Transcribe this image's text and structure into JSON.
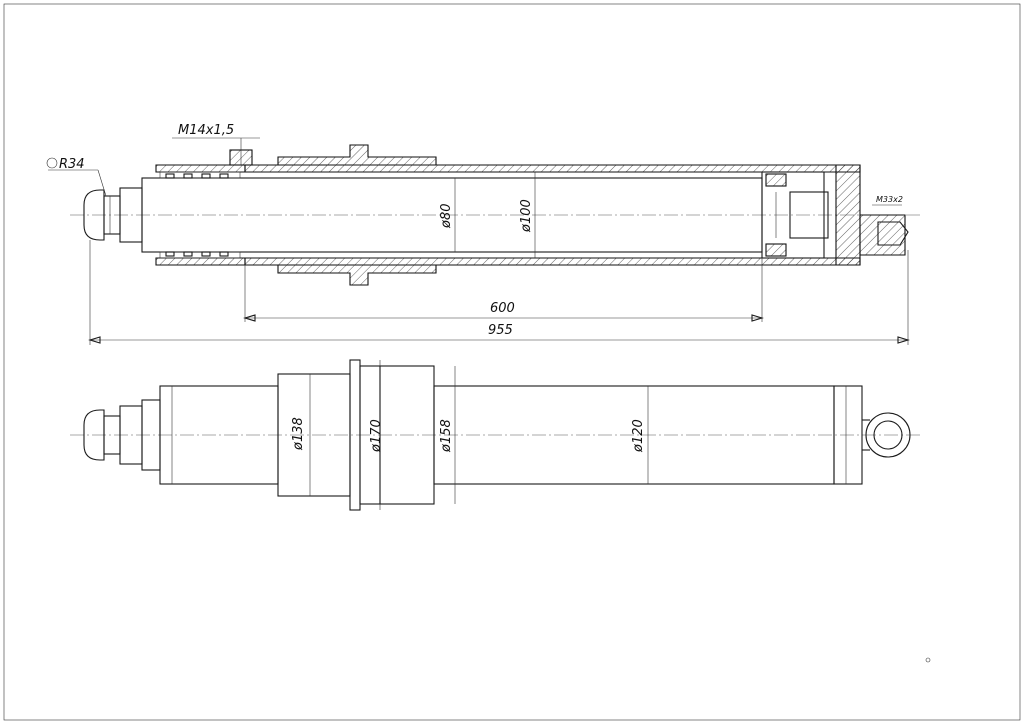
{
  "dimensions": {
    "thread_port": "M14x1,5",
    "radius": "R34",
    "thread_small": "M33x2",
    "length_stroke": "600",
    "length_total": "955",
    "dia_rod": "ø80",
    "dia_bore": "ø100",
    "dia_138": "ø138",
    "dia_170": "ø170",
    "dia_158": "ø158",
    "dia_120": "ø120"
  },
  "colors": {
    "line": "#1a1a1a",
    "background": "#ffffff"
  }
}
